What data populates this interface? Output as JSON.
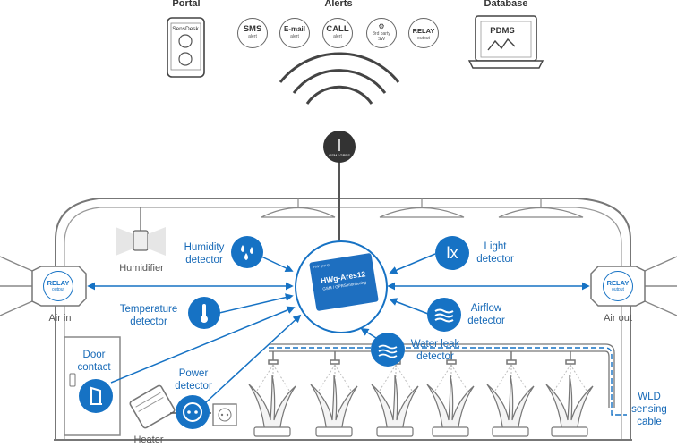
{
  "header": {
    "portal": "Portal",
    "alerts": "Alerts",
    "database": "Database"
  },
  "portal": {
    "brand": "SensDesk"
  },
  "alerts": [
    {
      "id": "sms",
      "main": "SMS",
      "sub": "alert"
    },
    {
      "id": "email",
      "main": "E-mail",
      "sub": "alert"
    },
    {
      "id": "call",
      "main": "CALL",
      "sub": "alert"
    },
    {
      "id": "sw",
      "main": "3rd party",
      "sub": "SW"
    },
    {
      "id": "relay",
      "main": "RELAY",
      "sub": "output"
    }
  ],
  "database": {
    "screen": "PDMS"
  },
  "antenna": {
    "label": "GSM / GPRS"
  },
  "device": {
    "name": "HWg-Ares12",
    "sub": "GSM / GPRS monitoring",
    "brand": "HW group"
  },
  "labels": {
    "humidifier": "Humidifier",
    "humidity_detector": [
      "Humidity",
      "detector"
    ],
    "temperature_detector": [
      "Temperature",
      "detector"
    ],
    "light_detector": [
      "Light",
      "detector"
    ],
    "airflow_detector": [
      "Airflow",
      "detector"
    ],
    "water_leak_detector": [
      "Water leak",
      "detector"
    ],
    "door_contact": [
      "Door",
      "contact"
    ],
    "power_detector": [
      "Power",
      "detector"
    ],
    "heater": "Heater",
    "air_in": "Air in",
    "air_out": "Air out",
    "wld": [
      "WLD",
      "sensing",
      "cable"
    ]
  },
  "relay_left": {
    "main": "RELAY",
    "sub": "output"
  },
  "relay_right": {
    "main": "RELAY",
    "sub": "output"
  },
  "light_symbol": "lx",
  "colors": {
    "accent": "#1672c4",
    "line": "#666666",
    "text_blue": "#1669b7"
  }
}
